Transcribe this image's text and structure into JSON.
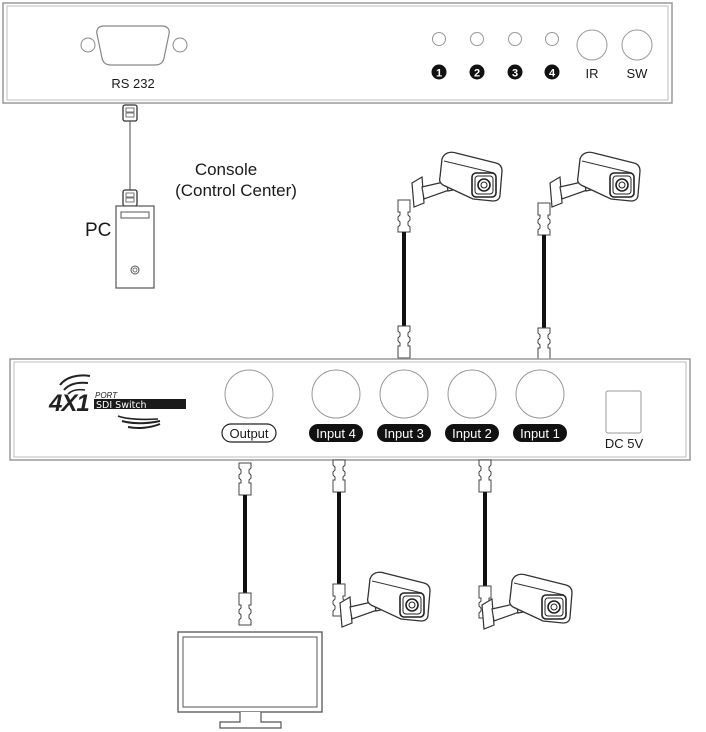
{
  "front_panel": {
    "rs232_label": "RS 232",
    "leds": [
      {
        "number": "1"
      },
      {
        "number": "2"
      },
      {
        "number": "3"
      },
      {
        "number": "4"
      }
    ],
    "ir_label": "IR",
    "sw_label": "SW"
  },
  "console": {
    "title_line1": "Console",
    "title_line2": "(Control Center)",
    "pc_label": "PC"
  },
  "rear_panel": {
    "logo": {
      "main": "4X1",
      "port": "PORT",
      "product": "SDI Switch"
    },
    "output_label": "Output",
    "inputs": [
      {
        "label": "Input 4"
      },
      {
        "label": "Input 3"
      },
      {
        "label": "Input 2"
      },
      {
        "label": "Input 1"
      }
    ],
    "power_label": "DC 5V"
  },
  "colors": {
    "outline": "#8a8a8a",
    "cable": "#111111",
    "pill": "#111111"
  }
}
